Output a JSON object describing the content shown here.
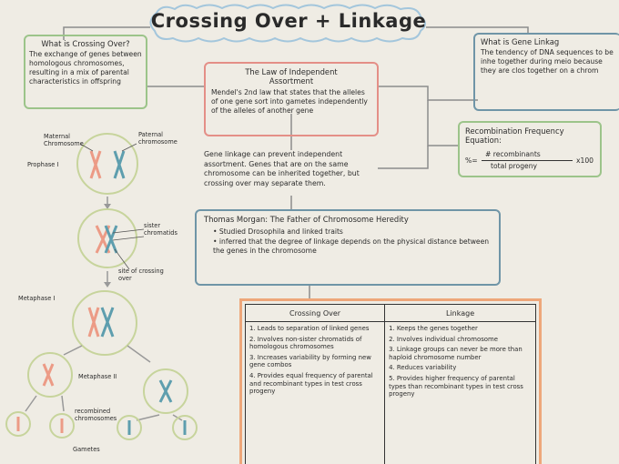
{
  "title": "Crossing Over + Linkage",
  "crossing_over_def": {
    "heading": "What is Crossing Over?",
    "text": "The exchange of genes between homologous chromosomes, resulting in a mix of parental characteristics in offspring"
  },
  "independent_assortment": {
    "heading": "The Law of Independent Assortment",
    "text": "Mendel's 2nd law that states that the alleles of one gene sort into gametes independently of the alleles of another gene"
  },
  "gene_linkage_def": {
    "heading": "What is Gene Linkag",
    "text": "The tendency of DNA sequences to be inhe together during meio because they are clos together on a chrom"
  },
  "linkage_note": "Gene linkage can prevent independent assortment. Genes that are on the same chromosome can be inherited together, but crossing over may separate them.",
  "recombination": {
    "heading": "Recombination Frequency Equation:",
    "lhs": "%=",
    "numerator": "# recombinants",
    "denominator": "total progeny",
    "multiplier": "x100"
  },
  "morgan": {
    "heading": "Thomas Morgan: The Father of Chromosome Heredity",
    "bullets": [
      "Studied Drosophila and linked traits",
      "inferred that the degree of linkage depends on the physical distance between the genes in the chromosome"
    ]
  },
  "diagram_labels": {
    "maternal": "Maternal Chromosome",
    "paternal": "Paternal chromosome",
    "prophase": "Prophase I",
    "sister": "sister chromatids",
    "site": "site of crossing over",
    "metaphase1": "Metaphase I",
    "metaphase2": "Metaphase II",
    "recombined": "recombined chromosomes",
    "gametes": "Gametes"
  },
  "comparison": {
    "headers": [
      "Crossing Over",
      "Linkage"
    ],
    "crossing_over": [
      "1. Leads to separation of linked genes",
      "2. Involves non-sister chromatids of homologous chromosomes",
      "3. Increases variability by forming new gene combos",
      "4. Provides equal frequency of parental and recombinant types in test cross progeny"
    ],
    "linkage": [
      "1. Keeps the genes together",
      "2. Involves individual chromosome",
      "3. Linkage groups can never be more than haploid chromosome number",
      "4. Reduces variability",
      "5. Provides higher frequency of parental types than recombinant types in test cross progeny"
    ]
  },
  "colors": {
    "green": "#9cc48a",
    "red": "#e48f87",
    "blue": "#6f95a7",
    "orange": "#eea77a",
    "paper": "#efece4"
  }
}
